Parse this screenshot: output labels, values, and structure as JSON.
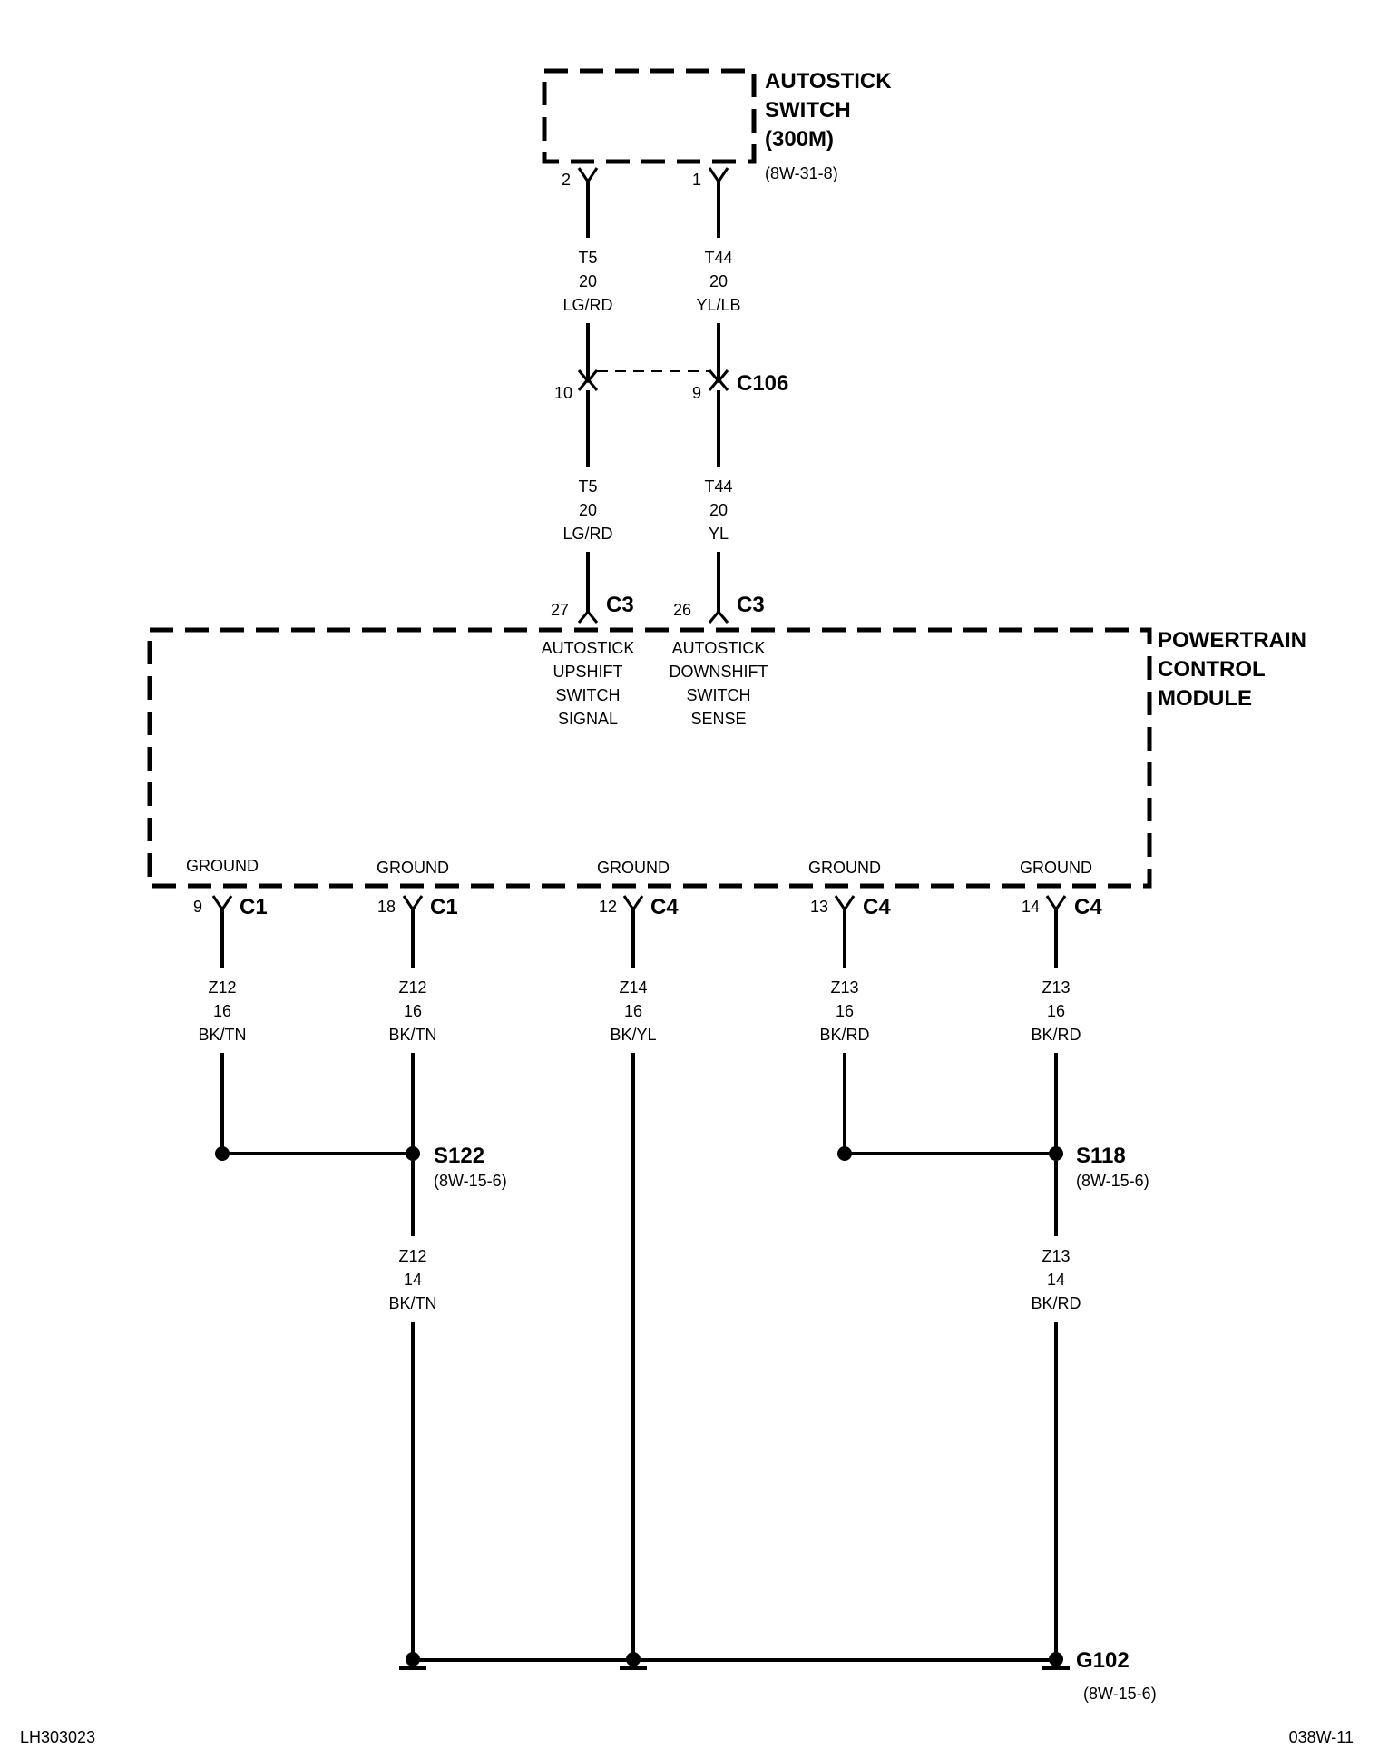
{
  "switch": {
    "name_lines": [
      "AUTOSTICK",
      "SWITCH",
      "(300M)"
    ],
    "ref": "(8W-31-8)",
    "pin_left": "2",
    "pin_right": "1"
  },
  "upper_wires": {
    "left": [
      "T5",
      "20",
      "LG/RD"
    ],
    "right": [
      "T44",
      "20",
      "YL/LB"
    ]
  },
  "c106": {
    "name": "C106",
    "pin_left": "10",
    "pin_right": "9"
  },
  "mid_wires": {
    "left": [
      "T5",
      "20",
      "LG/RD"
    ],
    "right": [
      "T44",
      "20",
      "YL"
    ]
  },
  "pcm": {
    "name_lines": [
      "POWERTRAIN",
      "CONTROL",
      "MODULE"
    ],
    "inputs": [
      {
        "pin": "27",
        "connector": "C3",
        "label_lines": [
          "AUTOSTICK",
          "UPSHIFT",
          "SWITCH",
          "SIGNAL"
        ]
      },
      {
        "pin": "26",
        "connector": "C3",
        "label_lines": [
          "AUTOSTICK",
          "DOWNSHIFT",
          "SWITCH",
          "SENSE"
        ]
      }
    ],
    "grounds": [
      {
        "label": "GROUND",
        "pin": "9",
        "connector": "C1",
        "wire": [
          "Z12",
          "16",
          "BK/TN"
        ]
      },
      {
        "label": "GROUND",
        "pin": "18",
        "connector": "C1",
        "wire": [
          "Z12",
          "16",
          "BK/TN"
        ]
      },
      {
        "label": "GROUND",
        "pin": "12",
        "connector": "C4",
        "wire": [
          "Z14",
          "16",
          "BK/YL"
        ]
      },
      {
        "label": "GROUND",
        "pin": "13",
        "connector": "C4",
        "wire": [
          "Z13",
          "16",
          "BK/RD"
        ]
      },
      {
        "label": "GROUND",
        "pin": "14",
        "connector": "C4",
        "wire": [
          "Z13",
          "16",
          "BK/RD"
        ]
      }
    ]
  },
  "splices": [
    {
      "name": "S122",
      "ref": "(8W-15-6)",
      "out_wire": [
        "Z12",
        "14",
        "BK/TN"
      ]
    },
    {
      "name": "S118",
      "ref": "(8W-15-6)",
      "out_wire": [
        "Z13",
        "14",
        "BK/RD"
      ]
    }
  ],
  "ground_point": {
    "name": "G102",
    "ref": "(8W-15-6)"
  },
  "footer": {
    "left": "LH303023",
    "right": "038W-11"
  }
}
